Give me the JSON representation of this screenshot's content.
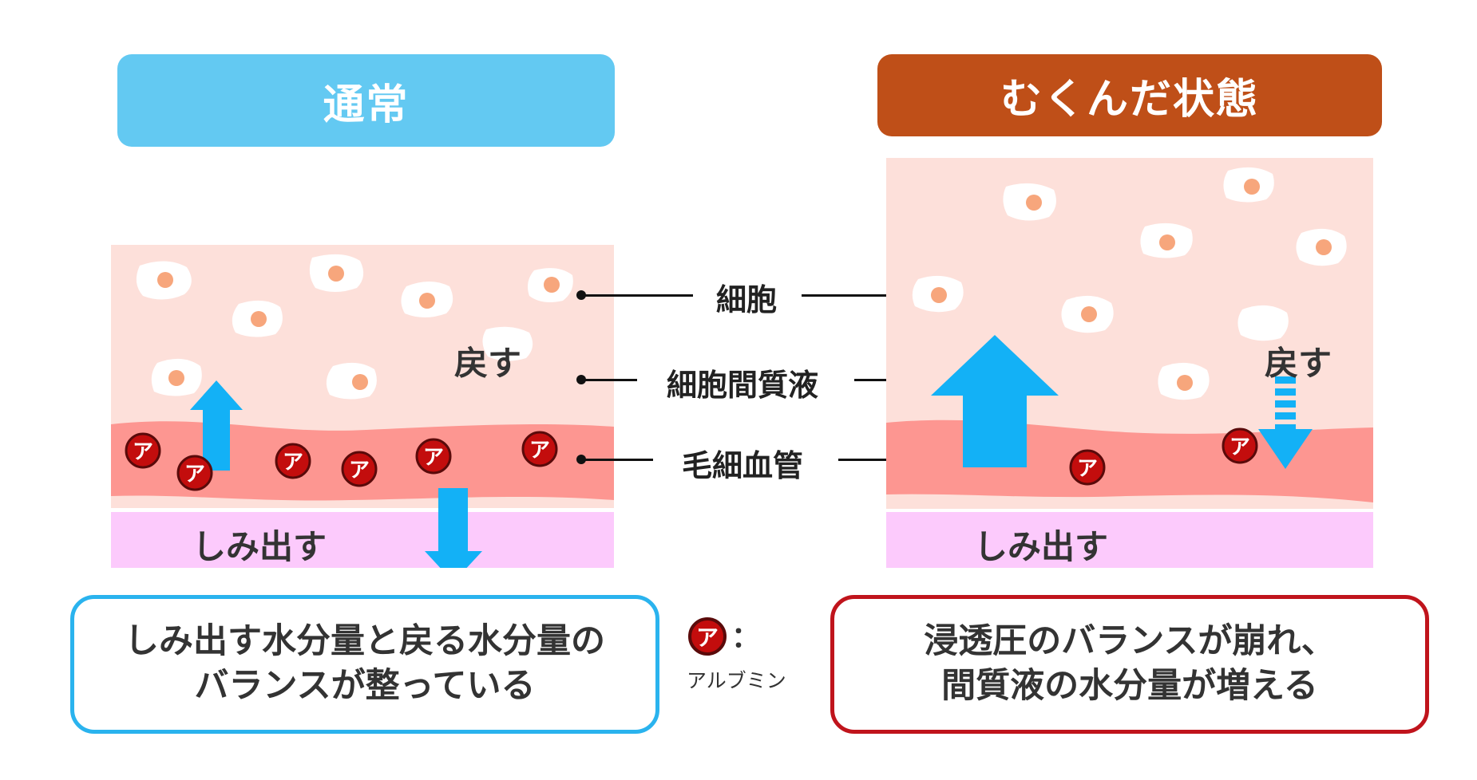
{
  "left": {
    "title": "通常",
    "title_color": "#63c9f2",
    "return_label": "戻す",
    "seep_label": "しみ出す",
    "description": [
      "しみ出す水分量と戻る水分量の",
      "バランスが整っている"
    ],
    "border_color": "#2ab3ee"
  },
  "right": {
    "title": "むくんだ状態",
    "title_color": "#bf4f18",
    "return_label": "戻す",
    "seep_label": "しみ出す",
    "description": [
      "浸透圧のバランスが崩れ、",
      "間質液の水分量が増える"
    ],
    "border_color": "#c0141c"
  },
  "labels": {
    "cell": "細胞",
    "interstitial_fluid": "細胞間質液",
    "capillary": "毛細血管"
  },
  "legend": {
    "badge": "ア",
    "colon": "：",
    "name": "アルブミン"
  },
  "colors": {
    "tissue": "#fde0da",
    "vessel": "#fd9691",
    "seep_zone": "#fccafc",
    "arrow": "#13b1f6",
    "cell_nucleus": "#f7a67c",
    "albumin": "#c30d0d"
  }
}
